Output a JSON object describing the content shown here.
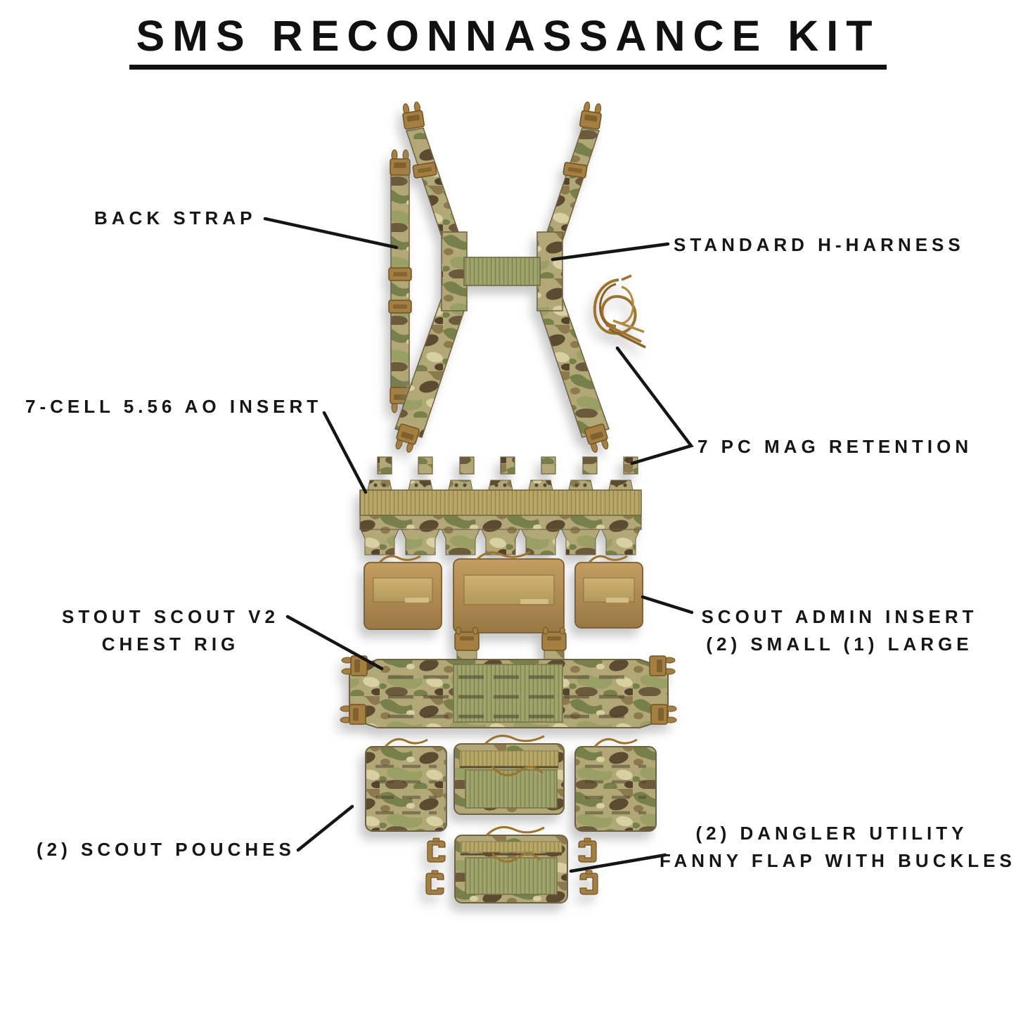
{
  "title": "SMS RECONNASSANCE KIT",
  "callouts": {
    "back_strap": {
      "label": "BACK STRAP"
    },
    "h_harness": {
      "label": "STANDARD H-HARNESS"
    },
    "ao_insert": {
      "label": "7-CELL 5.56 AO INSERT"
    },
    "mag_retention": {
      "label": "7 PC MAG RETENTION"
    },
    "chest_rig": {
      "line1": "STOUT SCOUT V2",
      "line2": "CHEST RIG"
    },
    "admin_insert": {
      "line1": "SCOUT ADMIN INSERT",
      "line2": "(2) SMALL (1) LARGE"
    },
    "scout_pouches": {
      "label": "(2) SCOUT POUCHES"
    },
    "dangler": {
      "line1": "(2) DANGLER UTILITY",
      "line2": "FANNY FLAP WITH BUCKLES"
    }
  },
  "colors": {
    "background": "#ffffff",
    "text": "#161616",
    "leader_line": "#151515",
    "camo_base": "#b2a777",
    "camo_green": "#77804b",
    "camo_sage": "#9aa065",
    "camo_brown": "#8c7a4e",
    "camo_dark": "#54432e",
    "camo_cream": "#d8cfa2",
    "coyote_brown": "#b38d51",
    "velcro_tan": "#b4a360",
    "hardware_brown": "#a57f42",
    "cord_brown": "#9c742e"
  }
}
